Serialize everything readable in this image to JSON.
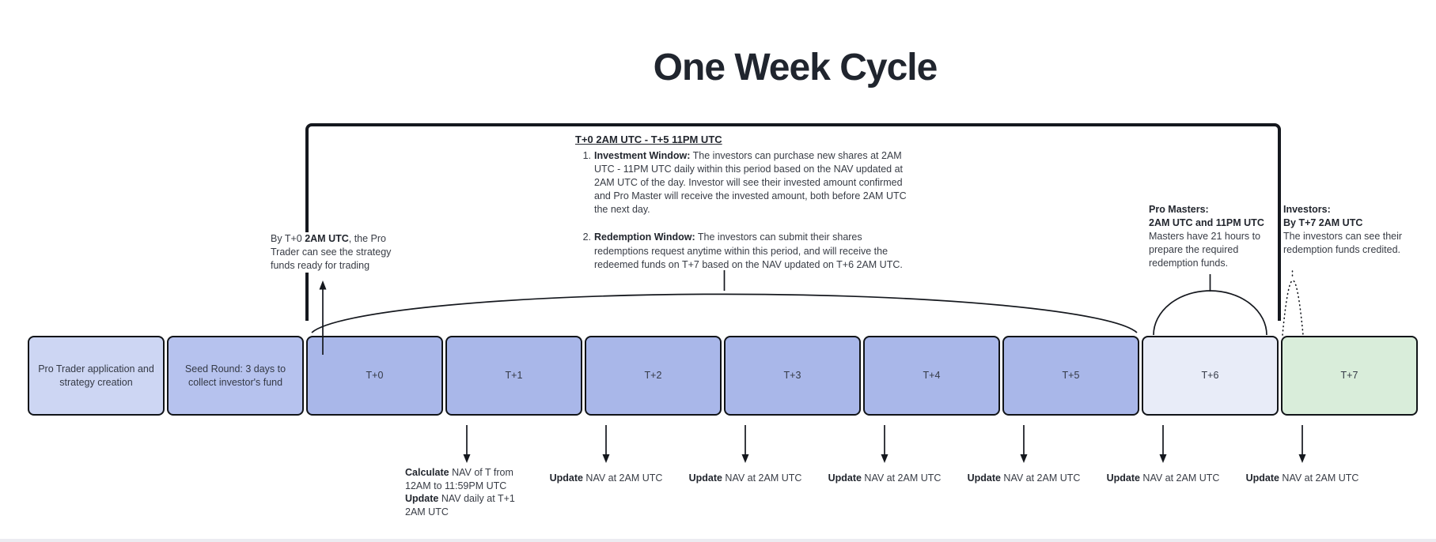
{
  "title": "One Week Cycle",
  "window_info": {
    "heading": "T+0 2AM UTC - T+5 11PM UTC",
    "items": [
      {
        "num": "1.",
        "label": "Investment Window:",
        "text": "The investors can purchase new shares at 2AM UTC - 11PM UTC daily within this period based on the NAV updated at 2AM UTC of the day. Investor will see their invested amount confirmed and Pro Master will receive the invested amount, both before 2AM UTC the next day."
      },
      {
        "num": "2.",
        "label": "Redemption Window:",
        "text": "The investors can submit their shares redemptions request anytime within this period, and will receive the redeemed funds on T+7 based on the NAV updated on T+6 2AM UTC."
      }
    ]
  },
  "pro_trader_note": {
    "pre": "By T+0 ",
    "bold": "2AM UTC",
    "post": ", the Pro Trader can see the strategy funds ready for trading"
  },
  "pro_masters_note": {
    "title": "Pro Masters:",
    "subtitle": "2AM UTC and 11PM UTC",
    "body": "Masters have 21 hours to prepare the required redemption funds."
  },
  "investors_note": {
    "title": "Investors:",
    "subtitle": "By T+7 2AM UTC",
    "body": "The investors can see their redemption funds credited."
  },
  "timeline": {
    "boxes": [
      {
        "label": "Pro Trader application and strategy creation",
        "color": "#cdd6f3"
      },
      {
        "label": "Seed Round: 3 days  to collect investor's fund",
        "color": "#b6c2ee"
      },
      {
        "label": "T+0",
        "color": "#a9b7e9"
      },
      {
        "label": "T+1",
        "color": "#a9b7e9"
      },
      {
        "label": "T+2",
        "color": "#a9b7e9"
      },
      {
        "label": "T+3",
        "color": "#a9b7e9"
      },
      {
        "label": "T+4",
        "color": "#a9b7e9"
      },
      {
        "label": "T+5",
        "color": "#a9b7e9"
      },
      {
        "label": "T+6",
        "color": "#e8ecf8"
      },
      {
        "label": "T+7",
        "color": "#d9edda"
      }
    ]
  },
  "nav_notes": {
    "calculate": {
      "bold1": "Calculate",
      "text1": " NAV of T from 12AM to 11:59PM UTC",
      "bold2": "Update",
      "text2": " NAV daily at T+1 2AM UTC"
    },
    "updates": [
      {
        "bold": "Update",
        "text": " NAV at 2AM UTC"
      },
      {
        "bold": "Update",
        "text": " NAV at 2AM UTC"
      },
      {
        "bold": "Update",
        "text": " NAV at 2AM UTC"
      },
      {
        "bold": "Update",
        "text": " NAV at 2AM UTC"
      },
      {
        "bold": "Update",
        "text": " NAV at 2AM UTC"
      },
      {
        "bold": "Update",
        "text": " NAV at 2AM UTC"
      }
    ]
  },
  "colors": {
    "line": "#15181e",
    "box_border": "#111418"
  }
}
